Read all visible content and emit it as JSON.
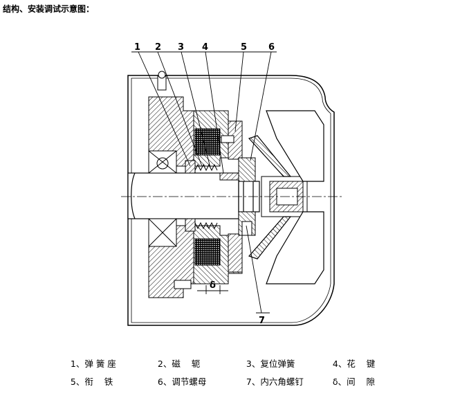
{
  "title": "结构、安装调试示意图：",
  "callouts": [
    "1",
    "2",
    "3",
    "4",
    "5",
    "6",
    "7"
  ],
  "delta_symbol": "δ",
  "legend": [
    {
      "num": "1、",
      "text": "弹 簧 座"
    },
    {
      "num": "2、",
      "text": "磁    轭"
    },
    {
      "num": "3、",
      "text": "复位弹簧"
    },
    {
      "num": "4、",
      "text": "花    键"
    },
    {
      "num": "5、",
      "text": "衔    铁"
    },
    {
      "num": "6、",
      "text": "调节螺母"
    },
    {
      "num": "7、",
      "text": "内六角螺钉"
    },
    {
      "num": "δ、",
      "text": "间    隙"
    }
  ]
}
